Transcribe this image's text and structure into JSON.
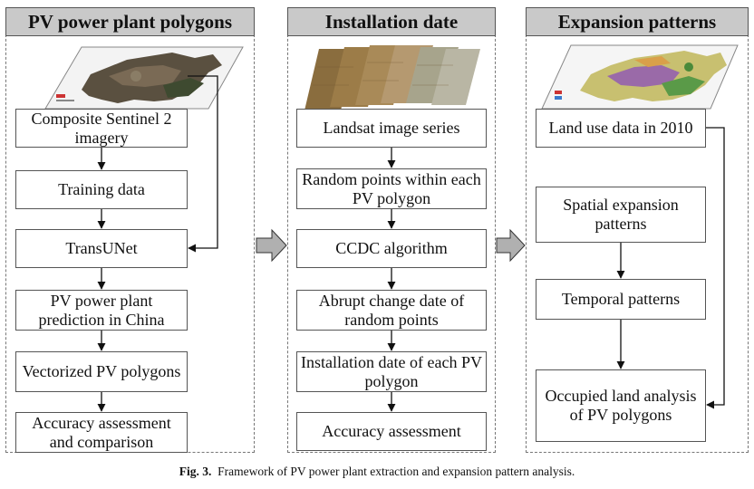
{
  "panels": [
    {
      "title": "PV power plant polygons",
      "boxes": [
        "Composite Sentinel 2 imagery",
        "Training data",
        "TransUNet",
        "PV power plant prediction in China",
        "Vectorized PV polygons",
        "Accuracy assessment and comparison"
      ]
    },
    {
      "title": "Installation date",
      "boxes": [
        "Landsat image series",
        "Random points within each PV polygon",
        "CCDC algorithm",
        "Abrupt change date of random points",
        "Installation date of each PV polygon",
        "Accuracy assessment"
      ]
    },
    {
      "title": "Expansion patterns",
      "boxes": [
        "Land use data in 2010",
        "Spatial expansion patterns",
        "Temporal patterns",
        "Occupied land analysis of PV polygons"
      ]
    }
  ],
  "caption": {
    "label": "Fig. 3.",
    "text": "Framework of PV power plant extraction and expansion pattern analysis."
  },
  "colors": {
    "header_bg": "#c9c9c9",
    "border": "#555555",
    "arrow": "#111111",
    "big_arrow": "#b0b0b0"
  }
}
